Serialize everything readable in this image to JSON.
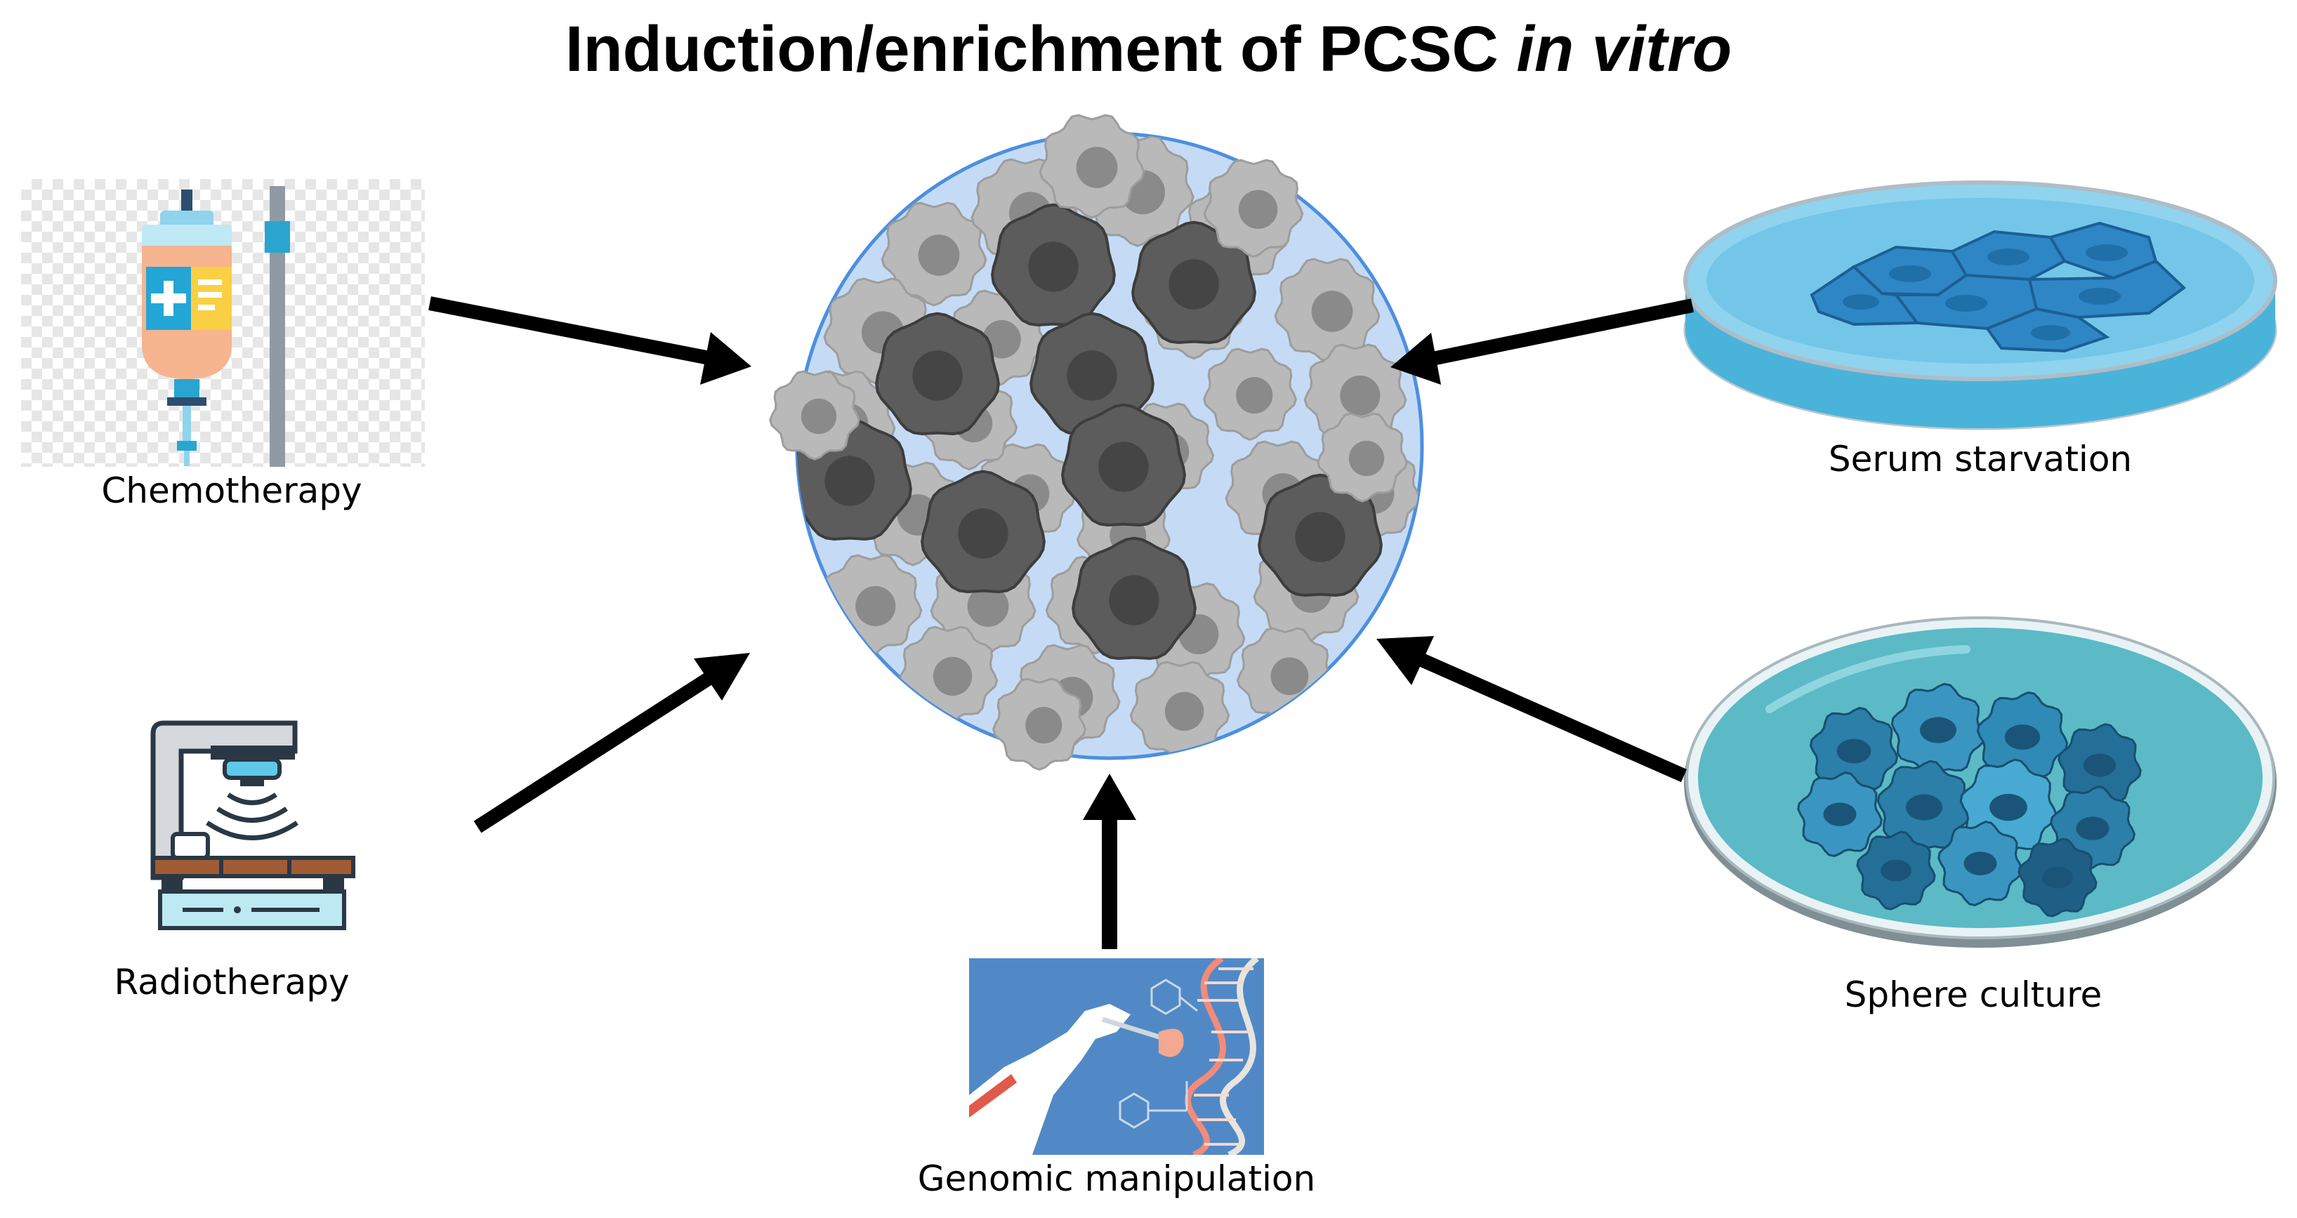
{
  "title": {
    "main": "Induction/enrichment  of PCSC ",
    "italic": "in vitro"
  },
  "labels": {
    "chemotherapy": "Chemotherapy",
    "radiotherapy": "Radiotherapy",
    "genomic": "Genomic manipulation",
    "serum": "Serum starvation",
    "sphere": "Sphere culture"
  },
  "colors": {
    "arrow": "#000000",
    "cluster_fill": "#c5dbf5",
    "cluster_edge": "#4d8fe0",
    "light_cell": "#b9b9b9",
    "dark_cell": "#5a5a5a",
    "dish_blue": "#4db7dc",
    "sphere_teal": "#5ab9c6",
    "genomic_bg": "#4a7fbd"
  },
  "icons": {
    "chemotherapy": "iv-drip-bag-icon",
    "radiotherapy": "radiation-machine-icon",
    "genomic": "gene-editing-icon",
    "serum": "petri-dish-icon",
    "sphere": "sphere-culture-dish-icon",
    "center": "cell-cluster-icon"
  }
}
